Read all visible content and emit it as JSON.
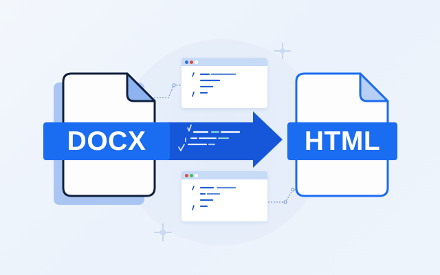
{
  "diagram": {
    "title": "DOCX to HTML conversion",
    "source": {
      "label": "DOCX",
      "border_color": "#0f1f3d",
      "fold_color": "#8db4f0",
      "back_card_color": "#a9c6f3"
    },
    "target": {
      "label": "HTML",
      "border_color": "#1a6cf0",
      "fold_color": "#b7cff5"
    },
    "banner_color": "#1a6cf0",
    "arrow": {
      "color": "#1656d8",
      "content": "checklist-lines",
      "marks": [
        "check",
        "check",
        "check"
      ]
    },
    "code_windows": [
      {
        "id": "top",
        "dots": [
          "#2f6fe0",
          "#e04b3a",
          "#ffffff"
        ],
        "lines": 4
      },
      {
        "id": "bottom",
        "dots": [
          "#e04b3a",
          "#3cbf5a",
          "#ffffff"
        ],
        "lines": 4
      }
    ],
    "decorations": [
      "sparkle-top-right",
      "sparkle-bottom-left",
      "dotted-connector-left",
      "dotted-connector-right",
      "background-circle"
    ]
  }
}
